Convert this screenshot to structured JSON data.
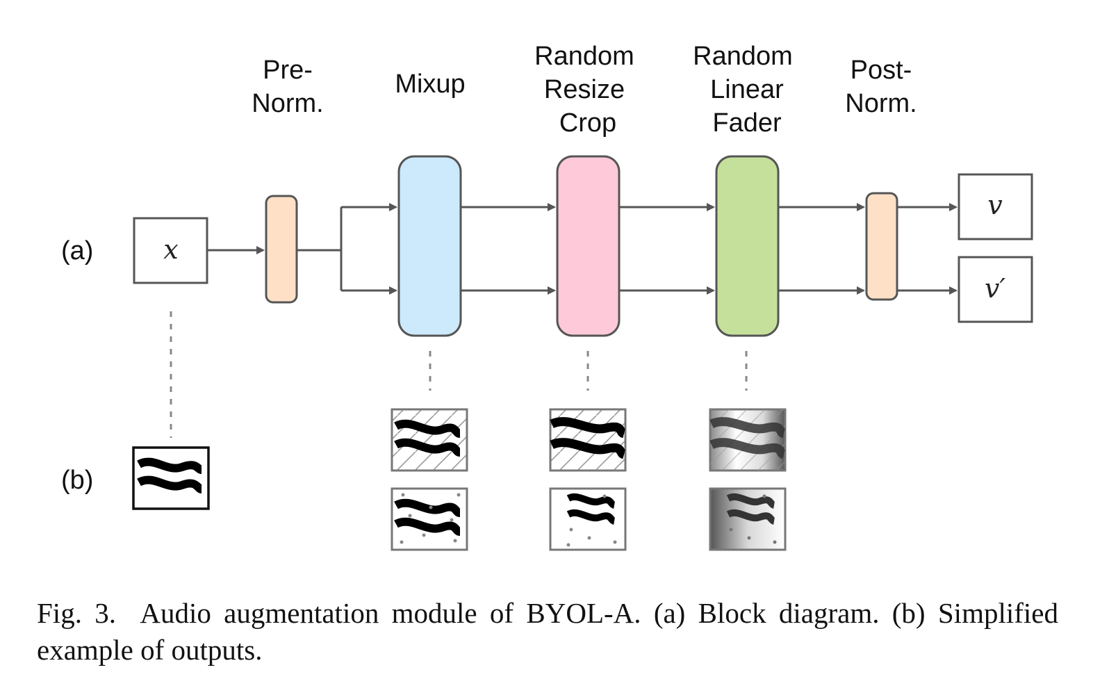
{
  "row_labels": {
    "a": "(a)",
    "b": "(b)"
  },
  "input_symbol": "x",
  "output_symbols": {
    "v": "v",
    "v_prime": "v′"
  },
  "modules": [
    {
      "id": "pre_norm",
      "label_lines": [
        "Pre-",
        "Norm."
      ],
      "color": "#fde0c6"
    },
    {
      "id": "mixup",
      "label_lines": [
        "Mixup"
      ],
      "color": "#cde9fc"
    },
    {
      "id": "random_resize_crop",
      "label_lines": [
        "Random",
        "Resize",
        "Crop"
      ],
      "color": "#fec9d8"
    },
    {
      "id": "random_linear_fader",
      "label_lines": [
        "Random",
        "Linear",
        "Fader"
      ],
      "color": "#c5e09b"
    },
    {
      "id": "post_norm",
      "label_lines": [
        "Post-",
        "Norm."
      ],
      "color": "#fde0c6"
    }
  ],
  "colors": {
    "arrow": "#555555",
    "block_border": "#555555"
  },
  "caption": {
    "fig_label": "Fig. 3.",
    "text": "Audio augmentation module of BYOL-A. (a) Block diagram. (b) Simplified example of outputs."
  }
}
